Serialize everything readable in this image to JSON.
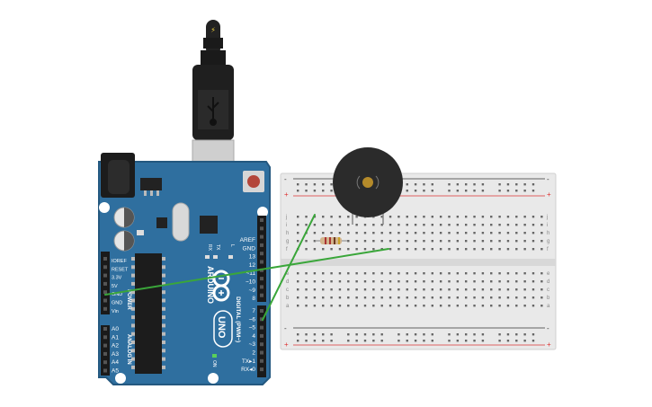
{
  "arduino": {
    "brand": "ARDUINO",
    "model": "UNO",
    "on_label": "ON",
    "power_header": "POWER",
    "analog_header": "ANALOG IN",
    "digital_header": "DIGITAL (PWM~)",
    "power_pins": [
      "IOREF",
      "RESET",
      "3.3V",
      "5V",
      "GND",
      "GND",
      "Vin"
    ],
    "analog_pins": [
      "A0",
      "A1",
      "A2",
      "A3",
      "A4",
      "A5"
    ],
    "digital_top": [
      "AREF",
      "GND",
      "13",
      "12",
      "~11",
      "~10",
      "~9",
      "8"
    ],
    "digital_bottom": [
      "7",
      "~6",
      "~5",
      "4",
      "~3",
      "2",
      "TX▸1",
      "RX◂0"
    ],
    "led_labels": [
      "RX",
      "TX",
      "L"
    ],
    "colors": {
      "board": "#2f6f9f",
      "board_edge": "#24587f"
    }
  },
  "breadboard": {
    "row_letters_top": [
      "j",
      "i",
      "h",
      "g",
      "f"
    ],
    "row_letters_bottom": [
      "e",
      "d",
      "c",
      "b",
      "a"
    ],
    "plus": "+",
    "minus": "-",
    "colors": {
      "body": "#e9e9e9",
      "red_rail": "#d33",
      "blue_rail": "#333"
    }
  },
  "wires": {
    "color": "#3aa63a"
  },
  "buzzer": {
    "color": "#2b2b2b",
    "center": "#b58b2a"
  },
  "resistor": {
    "color": "#d2b48c"
  },
  "usb": {
    "bolt": "⚡"
  }
}
